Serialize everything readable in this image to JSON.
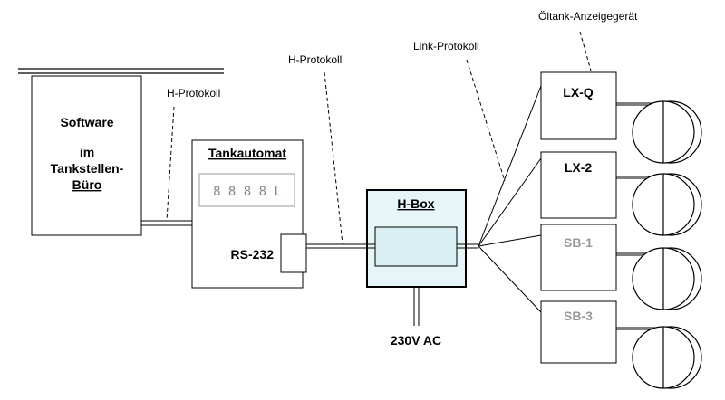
{
  "labels": {
    "software_line1": "Software",
    "software_line2": "im",
    "software_line3": "Tankstellen-",
    "software_line4": "Büro",
    "tankautomat": "Tankautomat",
    "display": "8 8 8 8 L",
    "rs232": "RS-232",
    "hbox": "H-Box",
    "power": "230V AC",
    "h_protokoll_left": "H-Protokoll",
    "h_protokoll_mid": "H-Protokoll",
    "link_protokoll": "Link-Protokoll",
    "oeltank_anzeige": "Öltank-Anzeigegerät"
  },
  "devices": [
    {
      "label": "LX-Q",
      "muted": false
    },
    {
      "label": "LX-2",
      "muted": false
    },
    {
      "label": "SB-1",
      "muted": true
    },
    {
      "label": "SB-3",
      "muted": true
    }
  ],
  "colors": {
    "hbox_fill": "#e6f6f8",
    "hbox_inner": "#d8eef2",
    "muted_text": "#999999"
  }
}
